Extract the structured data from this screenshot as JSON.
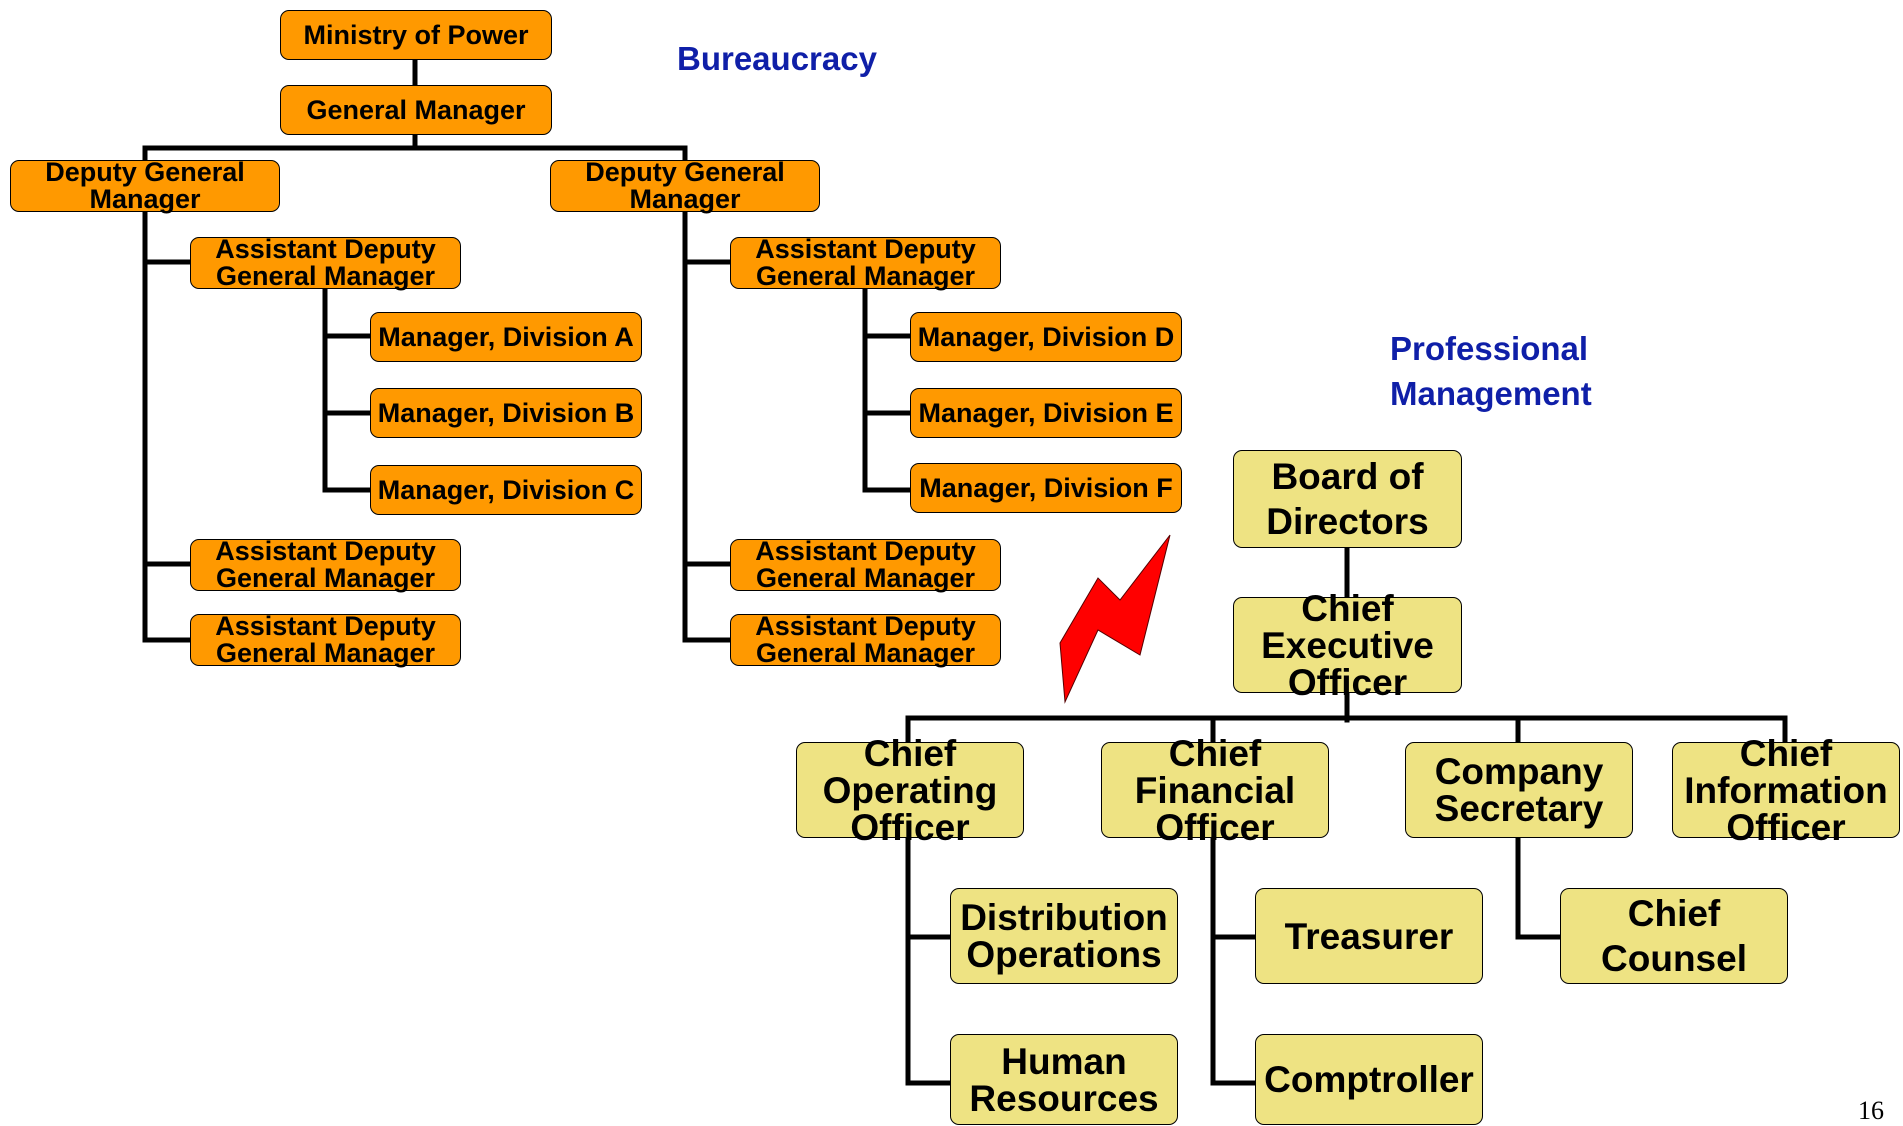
{
  "bureaucracy": {
    "title": "Bureaucracy",
    "ministry": "Ministry of Power",
    "general_manager": "General Manager",
    "deputy_left": "Deputy General\nManager",
    "deputy_right": "Deputy General\nManager",
    "assistant_deputy": "Assistant Deputy\nGeneral Manager",
    "division_a": "Manager, Division A",
    "division_b": "Manager, Division B",
    "division_c": "Manager, Division C",
    "division_d": "Manager, Division D",
    "division_e": "Manager, Division E",
    "division_f": "Manager, Division F"
  },
  "professional": {
    "title": "Professional\nManagement",
    "board": "Board of\nDirectors",
    "ceo": "Chief\nExecutive\nOfficer",
    "coo": "Chief\nOperating\nOfficer",
    "cfo": "Chief\nFinancial\nOfficer",
    "secretary": "Company\nSecretary",
    "cio": "Chief\nInformation\nOfficer",
    "distribution": "Distribution\nOperations",
    "human_resources": "Human\nResources",
    "treasurer": "Treasurer",
    "comptroller": "Comptroller",
    "counsel": "Chief\nCounsel"
  },
  "colors": {
    "bureaucracy_box": "#ff9900",
    "professional_box": "#eee383",
    "title": "#0f1fa8",
    "arrow": "#ff0000"
  },
  "arrow_icon": "lightning-arrow-icon",
  "page_number": "16"
}
